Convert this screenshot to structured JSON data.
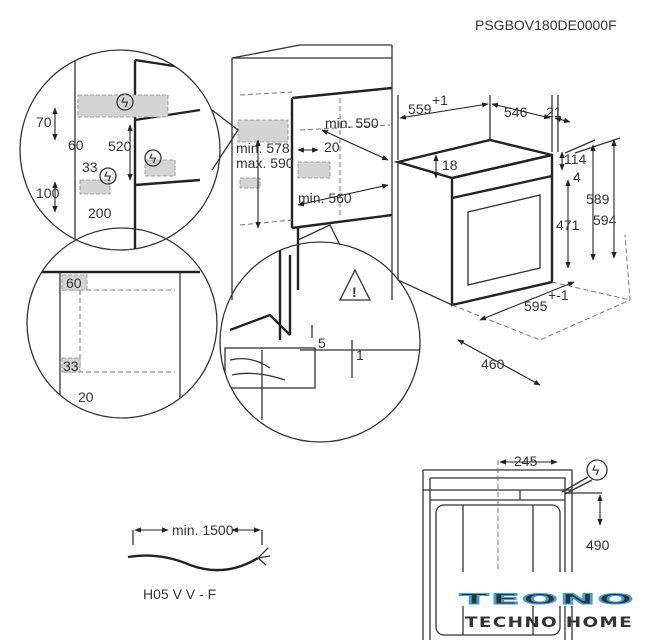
{
  "model_code": "PSGBOV180DE0000F",
  "detail_top": {
    "d70": "70",
    "d60": "60",
    "d520": "520",
    "d33": "33",
    "d100": "100",
    "d200": "200"
  },
  "cabinet": {
    "min578": "min. 578",
    "max590": "max. 590",
    "min550": "min. 550",
    "d20": "20",
    "min560": "min. 560"
  },
  "detail_bottom_left": {
    "d60": "60",
    "d33": "33",
    "d20": "20"
  },
  "detail_bottom_mid": {
    "d5": "5",
    "d1": "1"
  },
  "oven": {
    "d559": "559",
    "d559_tol": "+1",
    "d546": "546",
    "d21": "21",
    "d18": "18",
    "d114": "114",
    "d4": "4",
    "d589": "589",
    "d594": "594",
    "d471": "471",
    "d595": "595",
    "d595_tol": "+-1",
    "d460": "460"
  },
  "rear": {
    "d245": "245",
    "d490": "490"
  },
  "cable": {
    "length": "min. 1500",
    "type": "H05 V V - F"
  },
  "logo": {
    "brand": "TEONO",
    "tagline": "TECHNO HOME",
    "color": "#1a3c5e",
    "accent": "#3aa0e0"
  }
}
